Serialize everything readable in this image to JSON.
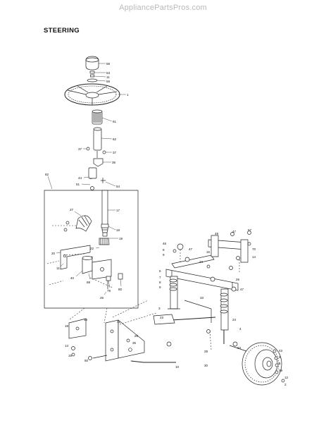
{
  "watermark": "AppliancePartsPros.com",
  "title": "STEERING",
  "callouts": {
    "c58": "58",
    "c53": "53",
    "c11a": "11",
    "c59": "59",
    "c1": "1",
    "c61": "61",
    "c62": "62",
    "c37a": "37",
    "c37b": "37",
    "c36": "36",
    "c82": "82",
    "c44": "44",
    "c51": "51",
    "c54": "54",
    "c27": "27",
    "c17": "17",
    "c18": "18",
    "c19": "19",
    "c22": "22",
    "c20": "20",
    "c11b": "11",
    "c40": "40",
    "c68": "68",
    "c79": "79",
    "c80": "80",
    "c25": "25",
    "c46": "46",
    "c8a": "8",
    "c9a": "9",
    "c47a": "47",
    "c15": "15",
    "c34": "34",
    "c6a": "6",
    "c7a": "7",
    "c8b": "8",
    "c9b": "9",
    "c48": "48",
    "c47b": "47",
    "c57": "57",
    "c70": "70",
    "c14": "14",
    "c47c": "47",
    "c26": "26",
    "c4": "4",
    "c24": "24",
    "c33": "33",
    "c29": "29",
    "c30": "30",
    "c63": "63",
    "c16": "16",
    "c31": "31",
    "c18b": "18",
    "c14b": "14",
    "c15b": "15",
    "c50": "50",
    "c35": "35",
    "c10": "10",
    "c3": "3",
    "c43": "43",
    "c6b": "6",
    "c5": "5",
    "c49": "49",
    "c28": "28",
    "c23": "23",
    "c12": "12",
    "c2": "2"
  },
  "colors": {
    "ink": "#222222",
    "watermark": "#b9b9b9",
    "background": "#ffffff"
  }
}
